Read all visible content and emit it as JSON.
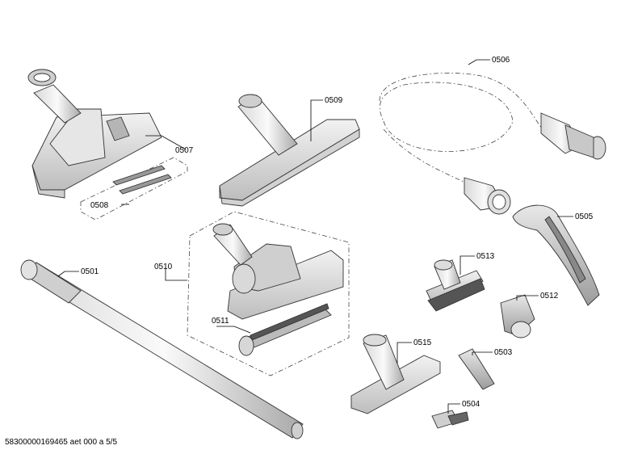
{
  "labels": {
    "p0501": "0501",
    "p0503": "0503",
    "p0504": "0504",
    "p0505": "0505",
    "p0506": "0506",
    "p0507": "0507",
    "p0508": "0508",
    "p0509": "0509",
    "p0510": "0510",
    "p0511": "0511",
    "p0512": "0512",
    "p0513": "0513",
    "p0515": "0515"
  },
  "footer": "58300000169465 aet 000 a 5/5"
}
